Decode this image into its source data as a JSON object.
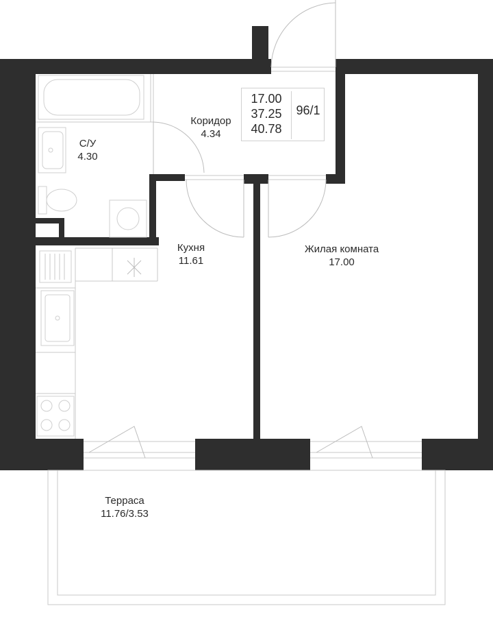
{
  "plan": {
    "summary": {
      "living_area": "17.00",
      "total_area": "37.25",
      "area_with_terrace": "40.78",
      "apartment_number": "96/1"
    },
    "rooms": {
      "corridor": {
        "name": "Коридор",
        "area": "4.34"
      },
      "bathroom": {
        "name": "С/У",
        "area": "4.30"
      },
      "kitchen": {
        "name": "Кухня",
        "area": "11.61"
      },
      "living_room": {
        "name": "Жилая комната",
        "area": "17.00"
      },
      "terrace": {
        "name": "Терраса",
        "area": "11.76/3.53"
      }
    },
    "colors": {
      "wall": "#2e2e2e",
      "fixture_line": "#cfcfcf",
      "background": "#ffffff"
    }
  }
}
